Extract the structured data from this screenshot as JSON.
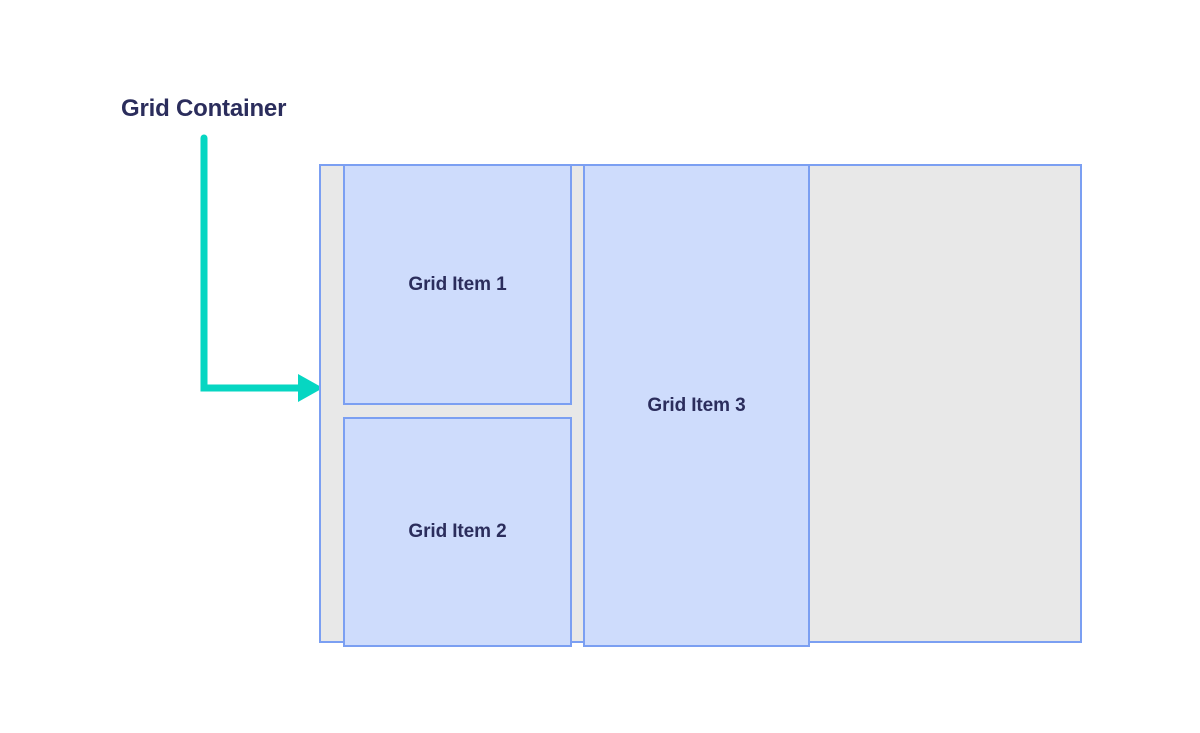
{
  "diagram": {
    "type": "css-grid-illustration",
    "title": "Grid Container",
    "annotation": {
      "label": "Grid Container",
      "arrow_icon": "elbow-arrow-right-icon",
      "color": "#06d6c2",
      "points_to": "grid-container"
    },
    "container": {
      "name": "grid-container",
      "fill": "#e8e8e8",
      "border_color": "#7b9ff2"
    },
    "items": [
      {
        "id": "grid-item-1",
        "label": "Grid Item 1",
        "column": 1,
        "row": 1,
        "fill": "#cedcfc",
        "border_color": "#7b9ff2"
      },
      {
        "id": "grid-item-2",
        "label": "Grid Item 2",
        "column": 1,
        "row": 2,
        "fill": "#cedcfc",
        "border_color": "#7b9ff2"
      },
      {
        "id": "grid-item-3",
        "label": "Grid Item 3",
        "column": 2,
        "row": "1 / span 2",
        "fill": "#cedcfc",
        "border_color": "#7b9ff2"
      }
    ],
    "colors": {
      "text": "#2b2d5c",
      "accent": "#06d6c2",
      "item_fill": "#cedcfc",
      "item_border": "#7b9ff2",
      "container_fill": "#e8e8e8",
      "background": "#ffffff"
    }
  }
}
